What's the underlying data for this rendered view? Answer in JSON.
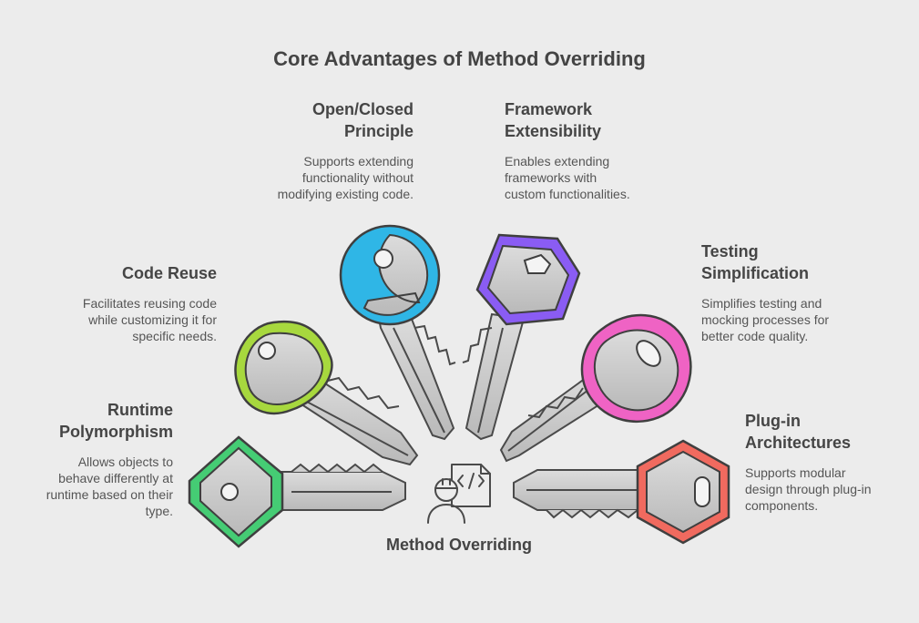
{
  "title": "Core Advantages of Method Overriding",
  "center": {
    "label": "Method Overriding",
    "icon": "developer-code-icon"
  },
  "advantages": [
    {
      "id": "runtime",
      "title_lines": [
        "Runtime",
        "Polymorphism"
      ],
      "desc_lines": [
        "Allows objects to",
        "behave differently at",
        "runtime based on their",
        "type."
      ],
      "color": "#3ecf74"
    },
    {
      "id": "reuse",
      "title_lines": [
        "Code Reuse"
      ],
      "desc_lines": [
        "Facilitates reusing code",
        "while customizing it for",
        "specific needs."
      ],
      "color": "#9bd63c"
    },
    {
      "id": "open",
      "title_lines": [
        "Open/Closed",
        "Principle"
      ],
      "desc_lines": [
        "Supports extending",
        "functionality without",
        "modifying existing code."
      ],
      "color": "#27b6e6"
    },
    {
      "id": "framework",
      "title_lines": [
        "Framework",
        "Extensibility"
      ],
      "desc_lines": [
        "Enables extending",
        "frameworks with",
        "custom functionalities."
      ],
      "color": "#8b5cf6"
    },
    {
      "id": "testing",
      "title_lines": [
        "Testing",
        "Simplification"
      ],
      "desc_lines": [
        "Simplifies testing and",
        "mocking processes for",
        "better code quality."
      ],
      "color": "#ee5fbf"
    },
    {
      "id": "plugin",
      "title_lines": [
        "Plug-in",
        "Architectures"
      ],
      "desc_lines": [
        "Supports modular",
        "design through plug-in",
        "components."
      ],
      "color": "#f06a5f"
    }
  ]
}
